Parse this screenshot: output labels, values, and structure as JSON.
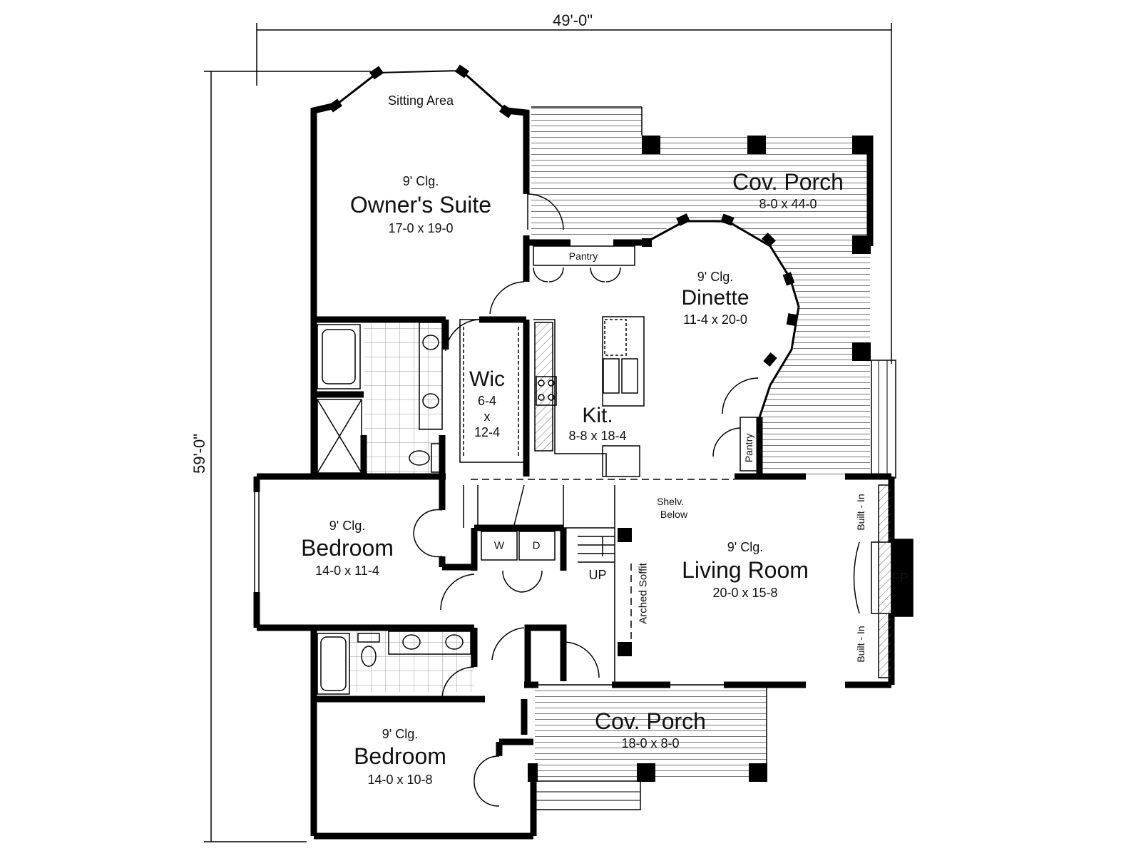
{
  "dimensions": {
    "overall_width": "49'-0\"",
    "overall_depth": "59'-0\""
  },
  "rooms": {
    "sitting_area": {
      "name": "Sitting Area"
    },
    "owners_suite": {
      "ceiling": "9' Clg.",
      "name": "Owner's Suite",
      "size": "17-0 x 19-0"
    },
    "cov_porch_rear": {
      "name": "Cov. Porch",
      "size": "8-0 x 44-0"
    },
    "pantry_top": {
      "name": "Pantry"
    },
    "dinette": {
      "ceiling": "9' Clg.",
      "name": "Dinette",
      "size": "11-4 x 20-0"
    },
    "wic": {
      "name": "Wic",
      "size_w": "6-4",
      "size_x": "x",
      "size_d": "12-4"
    },
    "kitchen": {
      "name": "Kit.",
      "size": "8-8 x 18-4"
    },
    "pantry_side": {
      "name": "Pantry"
    },
    "bedroom_1": {
      "ceiling": "9' Clg.",
      "name": "Bedroom",
      "size": "14-0 x 11-4"
    },
    "living_room": {
      "ceiling": "9' Clg.",
      "name": "Living Room",
      "size": "20-0 x 15-8"
    },
    "bedroom_2": {
      "ceiling": "9' Clg.",
      "name": "Bedroom",
      "size": "14-0 x 10-8"
    },
    "cov_porch_front": {
      "name": "Cov. Porch",
      "size": "18-0 x 8-0"
    }
  },
  "annotations": {
    "shelv_below_1": "Shelv.",
    "shelv_below_2": "Below",
    "washer": "W",
    "dryer": "D",
    "stairs_up": "UP",
    "arched_soffit": "Arched Soffit",
    "built_in_top": "Built - In",
    "built_in_bottom": "Built - In",
    "fireplace": "FP"
  }
}
